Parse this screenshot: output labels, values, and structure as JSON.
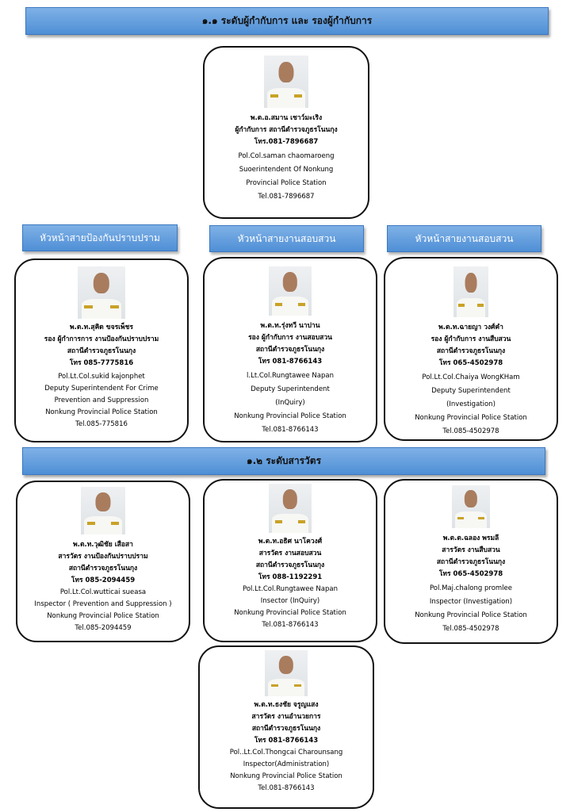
{
  "header": {
    "title": "๑.๑ ระดับผู้กำกับการ และ รองผู้กำกับการ"
  },
  "section2": {
    "title": "๑.๒ ระดับสารวัตร"
  },
  "tabs": [
    "หัวหน้าสายป้องกันปราบปราม",
    "หัวหน้าสายงานสอบสวน",
    "หัวหน้าสายงานสอบสวน"
  ],
  "cards": [
    {
      "lines_th": [
        "พ.ต.อ.สมาน เชาว์มะเริง",
        "ผู้กำกับการ สถานีตำรวจภูธรโนนกุง",
        "โทร.081-7896687"
      ],
      "lines_en": [
        "Pol.Col.saman chaomaroeng",
        "Suoerintendent Of Nonkung",
        "Provincial Police Station",
        "Tel.081-7896687"
      ]
    },
    {
      "lines_th": [
        "พ.ต.ท.สุคิด ขจรเพ็ชร",
        "รอง ผู้กำการการ งานป้องกันปราบปราม",
        "สถานีตำรวจภูธรโนนกุง",
        "โทร 085-7775816"
      ],
      "lines_en": [
        "Pol.Lt.Col.sukid kajonphet",
        "Deputy Superintendent For Crime",
        "Prevention and Suppression",
        "Nonkung Provincial Police Station",
        "Tel.085-775816"
      ]
    },
    {
      "lines_th": [
        "พ.ต.ท.รุ่งทวี นาปาน",
        "รอง ผู้กำกับการ งานสอบสวน",
        "สถานีตำรวจภูธรโนนกุง",
        "โทร 081-8766143"
      ],
      "lines_en": [
        "l.Lt.Col.Rungtawee Napan",
        "Deputy Superintendent",
        "(InQuiry)",
        "Nonkung Provincial Police Station",
        "Tel.081-8766143"
      ]
    },
    {
      "lines_th": [
        "พ.ต.ท.ฉายญา วงศ์คำ",
        "รอง ผู้กำกับการ งานสืบสวน",
        "สถานีตำรวจภูธรโนนกุง",
        "โทร 065-4502978"
      ],
      "lines_en": [
        "Pol.Lt.Col.Chaiya WongKHam",
        "Deputy Superintendent",
        "(Investigation)",
        "Nonkung Provincial Police Station",
        "Tel.085-4502978"
      ]
    },
    {
      "lines_th": [
        "พ.ต.ท.วุฒิชัย เสือสา",
        "สารวัตร งานป้องกันปราบปราม",
        "สถานีตำรวจภูธรโนนกุง",
        "โทร 085-2094459"
      ],
      "lines_en": [
        "Pol.Lt.Col.wutticai sueasa",
        "Inspector ( Prevention and Suppression )",
        "Nonkung Provincial Police Station",
        "Tel.085-2094459"
      ]
    },
    {
      "lines_th": [
        "พ.ต.ท.อธิศ นาโควงศ์",
        "สารวัตร งานสอบสวน",
        "สถานีตำรวจภูธรโนนกุง",
        "โทร 088-1192291"
      ],
      "lines_en": [
        "Pol.Lt.Col.Rungtawee Napan",
        "Insector (InQuiry)",
        "Nonkung Provincial Police Station",
        "Tel.081-8766143"
      ]
    },
    {
      "lines_th": [
        "พ.ต.ต.ฉลอง พรมลี",
        "สารวัตร งานสืบสวน",
        "สถานีตำรวจภูธรโนนกุง",
        "โทร 065-4502978"
      ],
      "lines_en": [
        "Pol.Maj.chalong promlee",
        "Inspector (Investigation)",
        "Nonkung Provincial Police Station",
        "Tel.085-4502978"
      ]
    },
    {
      "lines_th": [
        "พ.ต.ท.ธงชัย จรูญแสง",
        "สารวัตร งานอำนวยการ",
        "สถานีตำรวจภูธรโนนกุง",
        "โทร 081-8766143"
      ],
      "lines_en": [
        "Pol..Lt.Col.Thongcai Charounsang",
        "Inspector(Administration)",
        "Nonkung Provincial Police Station",
        "Tel.081-8766143"
      ]
    }
  ]
}
